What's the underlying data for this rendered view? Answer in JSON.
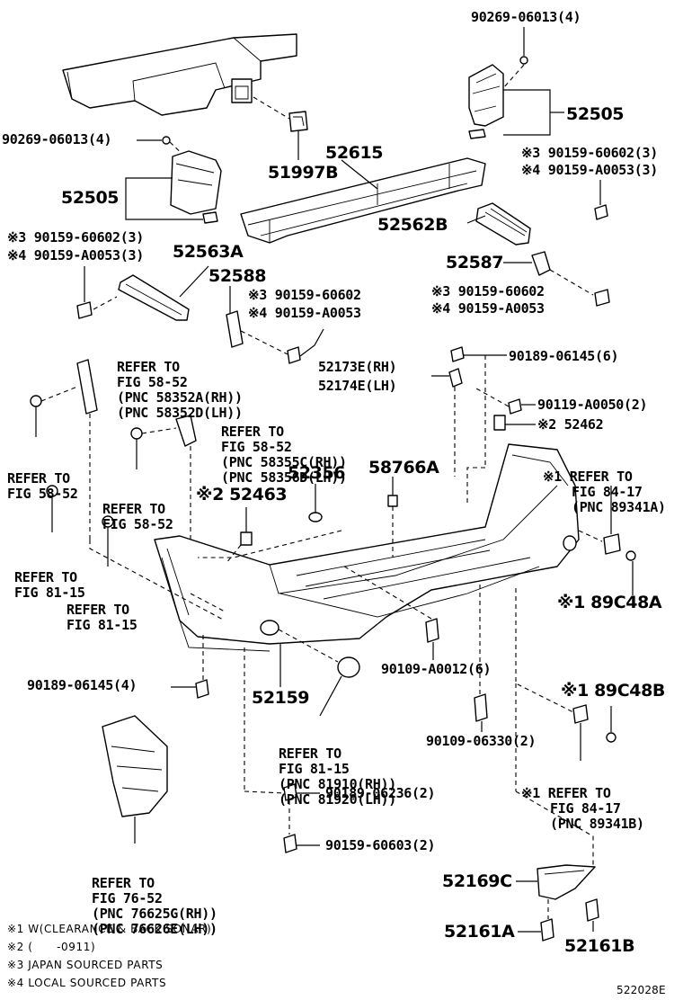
{
  "labels": {
    "p_90269_top": "90269-06013(4)",
    "p_52505_right": "52505",
    "p_90269_left": "90269-06013(4)",
    "p_52615": "52615",
    "p_51997b": "51997B",
    "p_r3_90159_60602_3": "※3 90159-60602(3)",
    "p_r4_90159_a0053_3": "※4 90159-A0053(3)",
    "p_52505_left": "52505",
    "p_52562b": "52562B",
    "p_l3_90159_60602_3": "※3 90159-60602(3)",
    "p_l4_90159_a0053_3": "※4 90159-A0053(3)",
    "p_52563a": "52563A",
    "p_52587": "52587",
    "p_52588": "52588",
    "p_m3_90159_60602": "※3 90159-60602",
    "p_m4_90159_a0053": "※4 90159-A0053",
    "p_r3_90159_60602": "※3 90159-60602",
    "p_r4_90159_a0053": "※4 90159-A0053",
    "p_90189_06145_6": "90189-06145(6)",
    "p_52173e": "52173E(RH)",
    "p_52174e": "52174E(LH)",
    "p_90119_a0050": "90119-A0050(2)",
    "p_52462": "※2 52462",
    "p_52356": "52356",
    "p_58766a": "58766A",
    "p_52463": "※2 52463",
    "p_89c48a": "※1 89C48A",
    "p_90109_a0012": "90109-A0012(6)",
    "p_90189_06145_4": "90189-06145(4)",
    "p_52159": "52159",
    "p_89c48b": "※1 89C48B",
    "p_90109_06330": "90109-06330(2)",
    "p_90189_06236": "90189-06236(2)",
    "p_90159_60603": "90159-60603(2)",
    "p_52169c": "52169C",
    "p_52161a": "52161A",
    "p_52161b": "52161B"
  },
  "refs": {
    "ref_58_52_a": [
      "REFER TO",
      "FIG 58-52",
      "(PNC 58352A(RH))",
      "(PNC 58352D(LH))"
    ],
    "ref_58_52_b": [
      "REFER TO",
      "FIG 58-52",
      "(PNC 58355C(RH))",
      "(PNC 58356D(LH))"
    ],
    "ref_58_52_c": [
      "REFER TO",
      "FIG 58-52"
    ],
    "ref_58_52_d": [
      "REFER TO",
      "FIG 58-52"
    ],
    "ref_84_17_a": [
      "※1 REFER TO",
      "FIG 84-17",
      "(PNC 89341A)"
    ],
    "ref_81_15_a": [
      "REFER TO",
      "FIG 81-15"
    ],
    "ref_81_15_b": [
      "REFER TO",
      "FIG 81-15"
    ],
    "ref_81_15_c": [
      "REFER TO",
      "FIG 81-15",
      "(PNC 81910(RH))",
      "(PNC 81920(LH))"
    ],
    "ref_84_17_b": [
      "※1 REFER TO",
      "FIG 84-17",
      "(PNC 89341B)"
    ],
    "ref_76_52": [
      "REFER TO",
      "FIG 76-52",
      "(PNC 76625G(RH))",
      "(PNC 76626E(LH))"
    ]
  },
  "footnotes": [
    "※1 W(CLEARANCE & BACK SONAR)",
    "※2 (      -0911)",
    "※3 JAPAN SOURCED PARTS",
    "※4 LOCAL SOURCED PARTS"
  ],
  "figure_id": "522028E"
}
